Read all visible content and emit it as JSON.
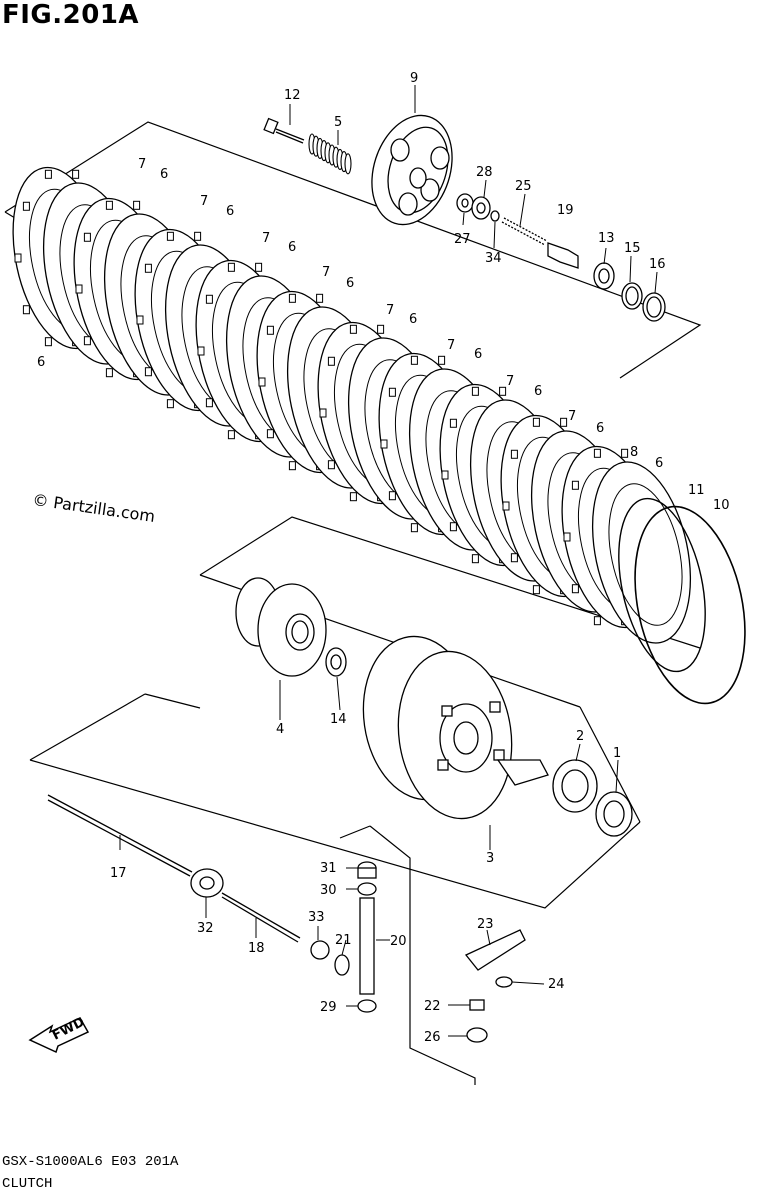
{
  "header": {
    "figure_title": "FIG.201A"
  },
  "watermark": "© Partzilla.com",
  "footer": {
    "model_code": "GSX-S1000AL6 E03 201A",
    "section_name": "CLUTCH"
  },
  "fwd_arrow_label": "FWD",
  "callouts": {
    "c1": "1",
    "c2": "2",
    "c3": "3",
    "c4": "4",
    "c5": "5",
    "c8": "8",
    "c9": "9",
    "c10": "10",
    "c11": "11",
    "c12": "12",
    "c13": "13",
    "c14": "14",
    "c15": "15",
    "c16": "16",
    "c17": "17",
    "c18": "18",
    "c19": "19",
    "c20": "20",
    "c21": "21",
    "c22": "22",
    "c23": "23",
    "c24": "24",
    "c25": "25",
    "c26": "26",
    "c27": "27",
    "c28": "28",
    "c29": "29",
    "c30": "30",
    "c31": "31",
    "c32": "32",
    "c33": "33",
    "c34": "34",
    "plate6": "6",
    "plate7": "7"
  }
}
